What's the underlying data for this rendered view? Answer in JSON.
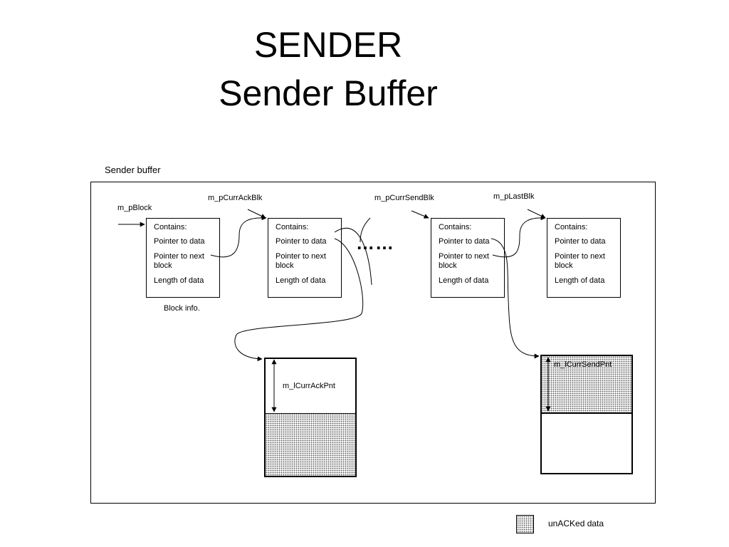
{
  "title": {
    "line1": "SENDER",
    "line2": "Sender Buffer"
  },
  "frame_label": "Sender buffer",
  "pointers": {
    "p_block": "m_pBlock",
    "curr_ack_blk": "m_pCurrAckBlk",
    "curr_send_blk": "m_pCurrSendBlk",
    "last_blk": "m_pLastBlk"
  },
  "blocks": [
    {
      "contains": "Contains:",
      "ptr_data": "Pointer to data",
      "ptr_next": "Pointer to next block",
      "length": "Length of data"
    },
    {
      "contains": "Contains:",
      "ptr_data": "Pointer to data",
      "ptr_next": "Pointer to next block",
      "length": "Length of data"
    },
    {
      "contains": "Contains:",
      "ptr_data": "Pointer to data",
      "ptr_next": "Pointer to next block",
      "length": "Length of data"
    },
    {
      "contains": "Contains:",
      "ptr_data": "Pointer to data",
      "ptr_next": "Pointer to next block",
      "length": "Length of data"
    }
  ],
  "block_info_label": "Block info.",
  "ellipsis": "……",
  "ack_buffer_label": "m_lCurrAckPnt",
  "send_buffer_label": "m_lCurrSendPnt",
  "legend": {
    "label": "unACKed data"
  }
}
